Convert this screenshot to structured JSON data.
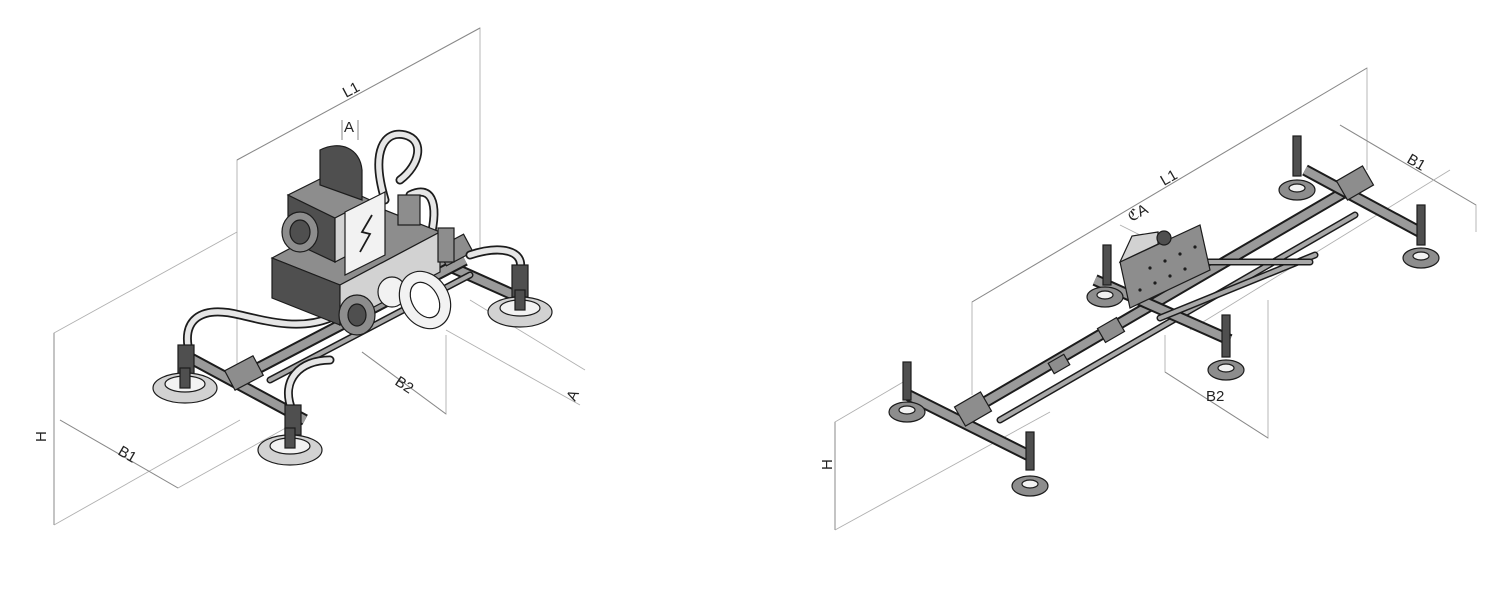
{
  "left_figure": {
    "labels": {
      "length": "L1",
      "width_outer": "B1",
      "width_inner": "B2",
      "height": "H",
      "offset_top": "A",
      "offset_side": "A"
    }
  },
  "right_figure": {
    "labels": {
      "length": "L1",
      "width_outer": "B1",
      "width_inner": "B2",
      "height": "H",
      "center_offset": "ℭA"
    }
  },
  "colors": {
    "line": "#1c1c1c",
    "dimension": "#8a8a8a",
    "body_dark": "#4f4f4f",
    "body_mid": "#8d8d8d",
    "body_light": "#d2d2d2"
  }
}
